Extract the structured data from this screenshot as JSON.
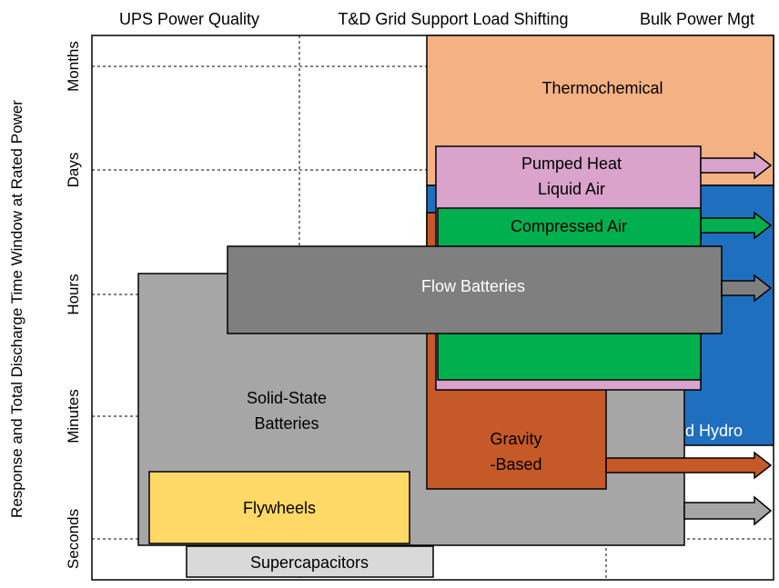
{
  "top_labels": {
    "col1": "UPS Power Quality",
    "col2": "T&D Grid Support Load Shifting",
    "col3": "Bulk Power Mgt"
  },
  "y_axis": {
    "title": "Response and Total Discharge Time Window at Rated Power",
    "ticks": [
      "Seconds",
      "Minutes",
      "Hours",
      "Days",
      "Months"
    ]
  },
  "blocks": {
    "thermochemical": {
      "label": "Thermochemical",
      "color": "#f4b183"
    },
    "pumped_hydro": {
      "label": "Pumped Hydro",
      "color": "#1f6fbf"
    },
    "gravity": {
      "label_line1": "Gravity",
      "label_line2": "-Based",
      "color": "#c55a28"
    },
    "pumped_heat": {
      "label_line1": "Pumped Heat",
      "label_line2": "Liquid Air",
      "color": "#d9a3cc"
    },
    "compressed_air": {
      "label": "Compressed Air",
      "color": "#00b04f"
    },
    "solid_state": {
      "label_line1": "Solid-State",
      "label_line2": "Batteries",
      "color": "#a6a6a6"
    },
    "flow_batteries": {
      "label": "Flow Batteries",
      "color": "#7f7f7f"
    },
    "flywheels": {
      "label": "Flywheels",
      "color": "#ffd966"
    },
    "supercapacitors": {
      "label": "Supercapacitors",
      "color": "#d9d9d9"
    }
  }
}
